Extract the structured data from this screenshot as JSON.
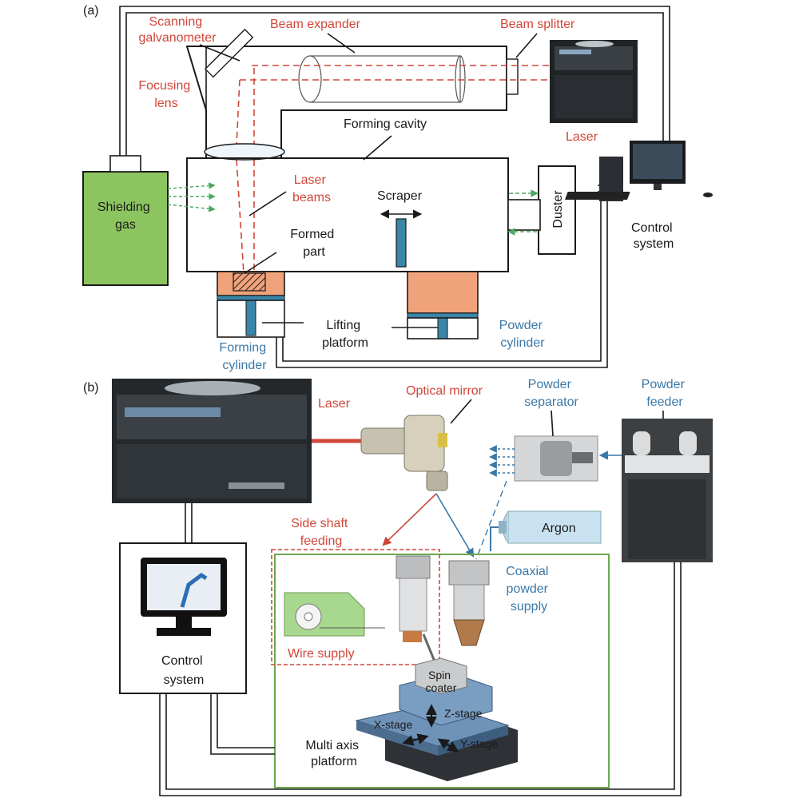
{
  "panel_a": {
    "tag": "(a)",
    "labels": {
      "scanning_galvanometer": [
        "Scanning",
        "galvanometer"
      ],
      "beam_expander": "Beam expander",
      "beam_splitter": "Beam splitter",
      "focusing_lens": [
        "Focusing",
        "lens"
      ],
      "forming_cavity": "Forming cavity",
      "laser": "Laser",
      "shielding_gas": [
        "Shielding",
        "gas"
      ],
      "laser_beams": [
        "Laser",
        "beams"
      ],
      "scraper": "Scraper",
      "duster": "Duster",
      "control_system": [
        "Control",
        "system"
      ],
      "formed_part": [
        "Formed",
        "part"
      ],
      "lifting_platform": [
        "Lifting",
        "platform"
      ],
      "powder_cylinder": [
        "Powder",
        "cylinder"
      ],
      "forming_cylinder": [
        "Forming",
        "cylinder"
      ]
    }
  },
  "panel_b": {
    "tag": "(b)",
    "labels": {
      "laser": "Laser",
      "optical_mirror": "Optical mirror",
      "powder_separator": [
        "Powder",
        "separator"
      ],
      "powder_feeder": [
        "Powder",
        "feeder"
      ],
      "argon": "Argon",
      "side_shaft_feeding": [
        "Side shaft",
        "feeding"
      ],
      "coaxial_powder_supply": [
        "Coaxial",
        "powder",
        "supply"
      ],
      "wire_supply": "Wire supply",
      "control_system": [
        "Control",
        "system"
      ],
      "spin_coater": [
        "Spin",
        "coater"
      ],
      "z_stage": "Z-stage",
      "x_stage": "X-stage",
      "y_stage": "Y-stage",
      "multi_axis_platform": [
        "Multi axis",
        "platform"
      ]
    }
  },
  "colors": {
    "red_label": "#d0473a",
    "blue_label": "#3a78a8",
    "shielding_gas_fill": "#8cc560",
    "cylinder_powder_fill": "#f0a27a",
    "cylinder_piston": "#3a86a8",
    "green_frame": "#6aa84f"
  }
}
